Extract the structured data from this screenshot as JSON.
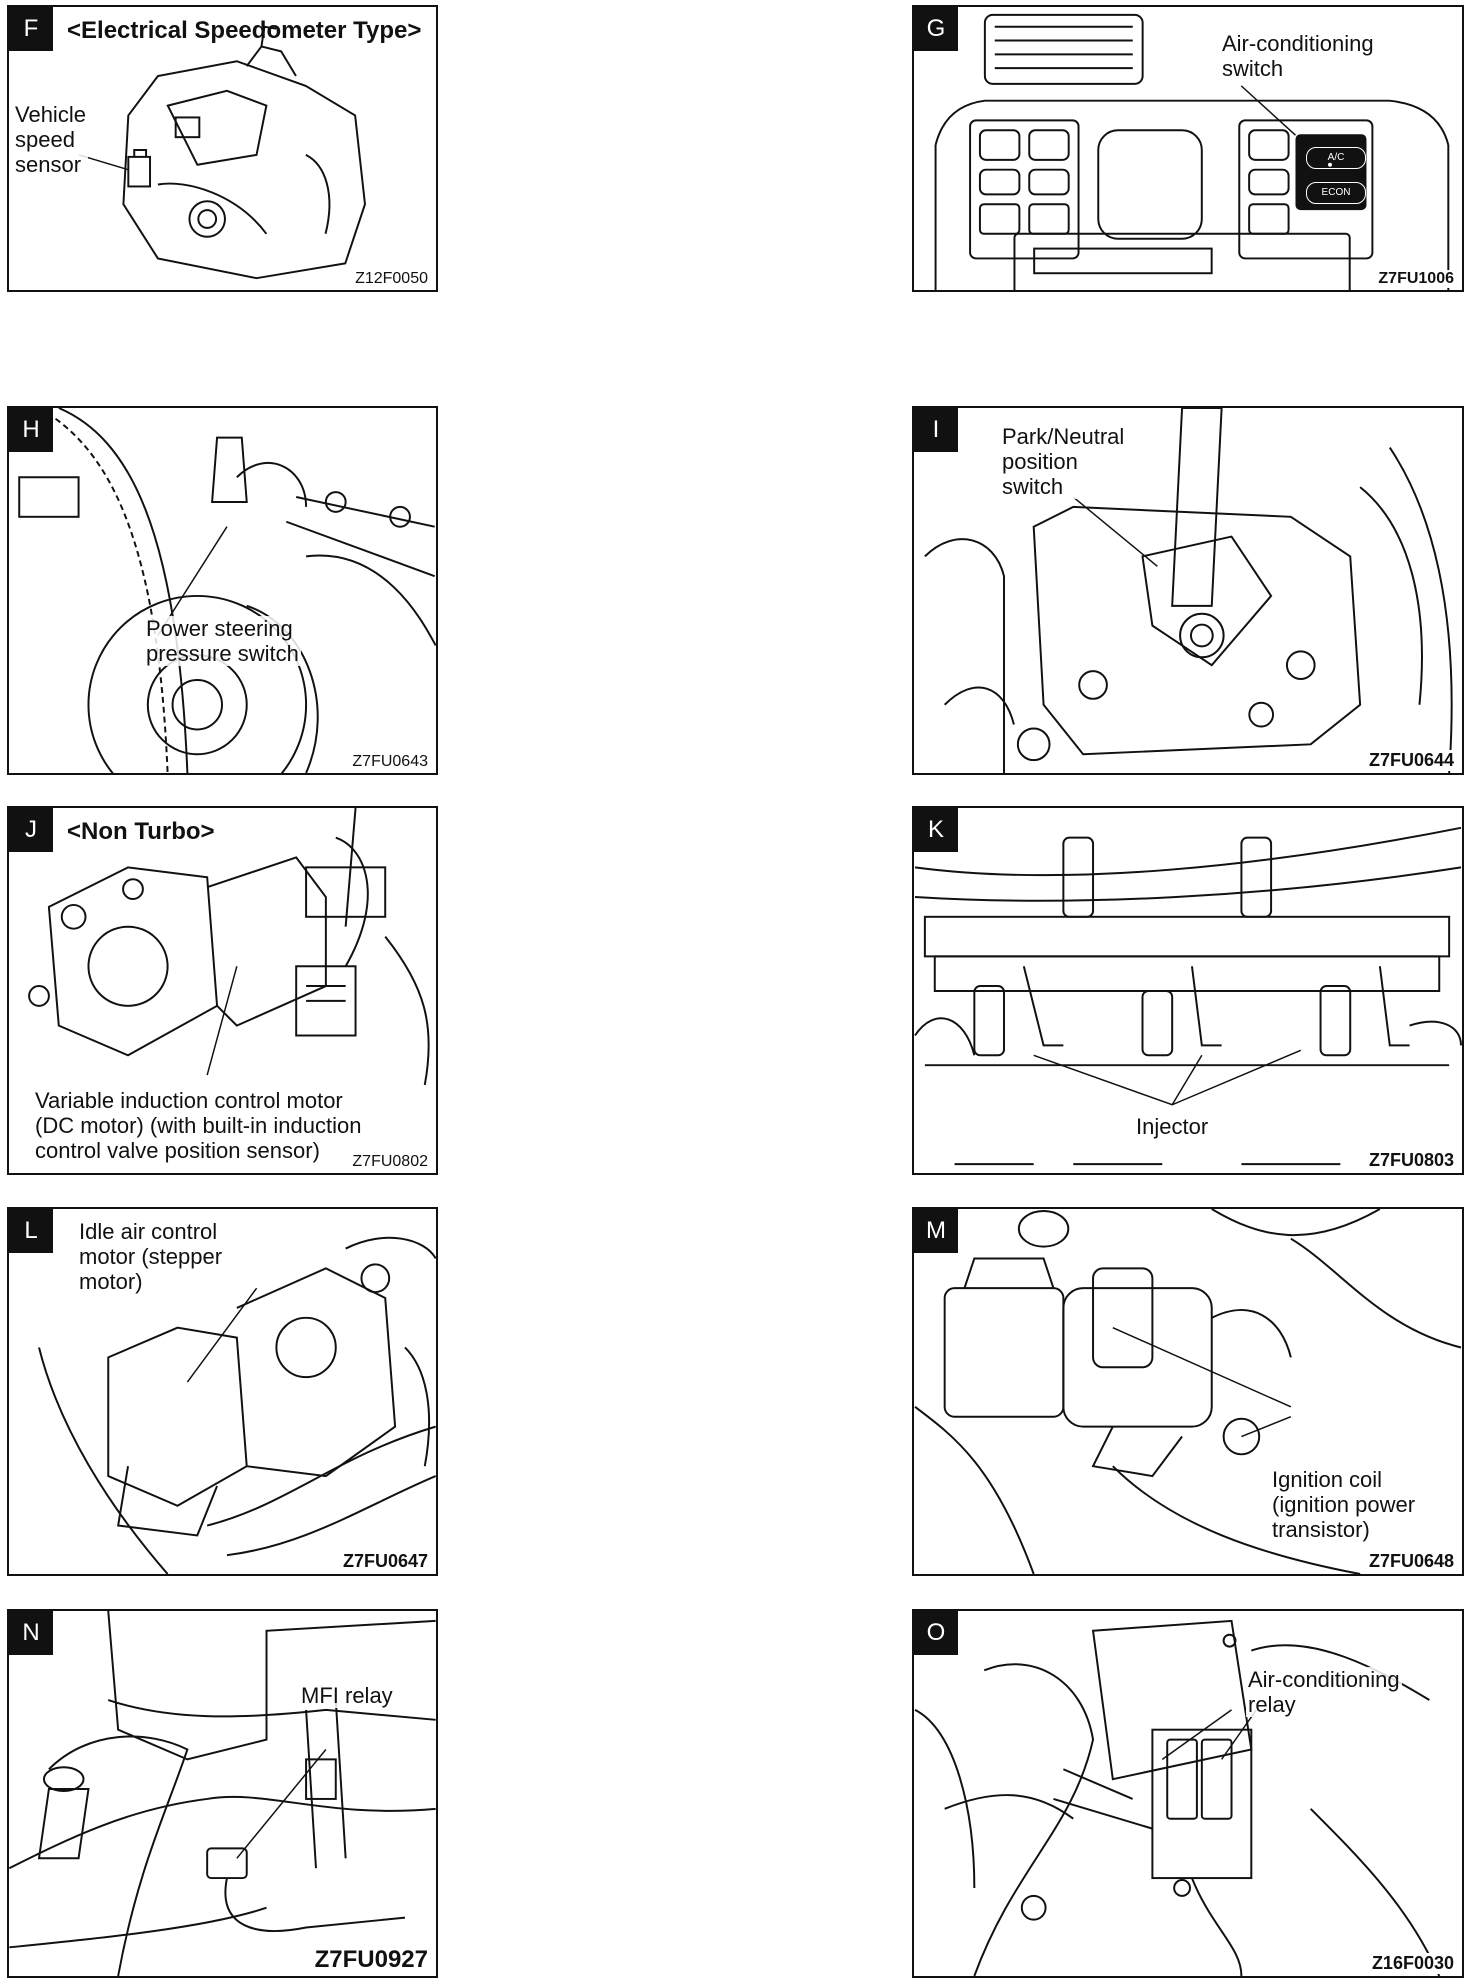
{
  "panels": {
    "F": {
      "letter": "F",
      "heading": "<Electrical Speedometer Type>",
      "label": "Vehicle\nspeed\nsensor",
      "code": "Z12F0050"
    },
    "G": {
      "letter": "G",
      "label": "Air-conditioning\nswitch",
      "code": "Z7FU1006",
      "buttons": [
        "A/C",
        "ECON"
      ]
    },
    "H": {
      "letter": "H",
      "label": "Power steering\npressure switch",
      "code": "Z7FU0643"
    },
    "I": {
      "letter": "I",
      "label": "Park/Neutral\nposition\nswitch",
      "code": "Z7FU0644"
    },
    "J": {
      "letter": "J",
      "heading": "<Non Turbo>",
      "label": "Variable induction control motor\n(DC motor) (with built-in induction\ncontrol valve position sensor)",
      "code": "Z7FU0802"
    },
    "K": {
      "letter": "K",
      "label": "Injector",
      "code": "Z7FU0803"
    },
    "L": {
      "letter": "L",
      "label": "Idle air control\nmotor (stepper\nmotor)",
      "code": "Z7FU0647"
    },
    "M": {
      "letter": "M",
      "label": "Ignition coil\n(ignition power\ntransistor)",
      "code": "Z7FU0648"
    },
    "N": {
      "letter": "N",
      "label": "MFI relay",
      "code": "Z7FU0927"
    },
    "O": {
      "letter": "O",
      "label": "Air-conditioning\nrelay",
      "code": "Z16F0030"
    }
  }
}
